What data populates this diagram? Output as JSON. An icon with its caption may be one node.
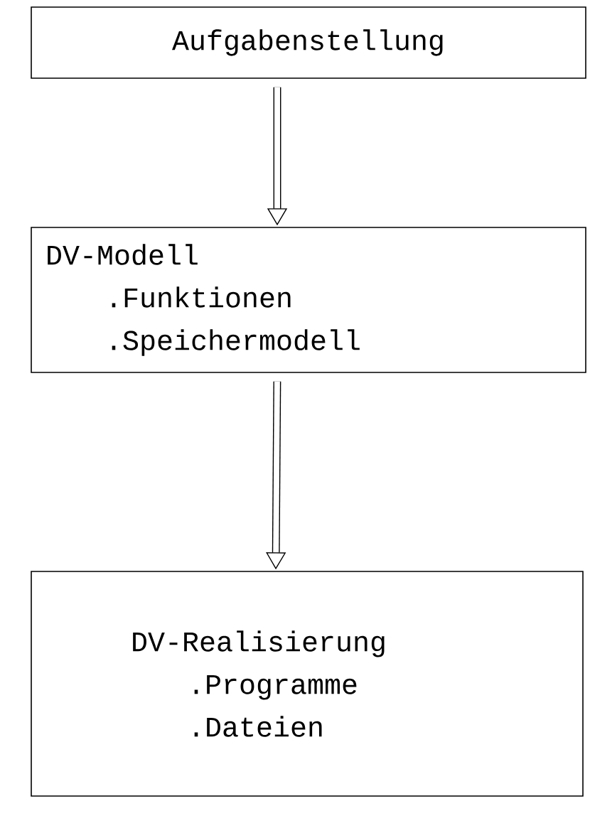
{
  "diagram": {
    "nodes": [
      {
        "text": [
          "Aufgabenstellung"
        ]
      },
      {
        "text": [
          "DV-Modell",
          ".Funktionen",
          ".Speichermodell"
        ]
      },
      {
        "text": [
          "DV-Realisierung",
          ".Programme",
          ".Dateien"
        ]
      }
    ],
    "edges": [
      {
        "from": 0,
        "to": 1,
        "arrow": "to"
      },
      {
        "from": 1,
        "to": 2,
        "arrow": "to"
      }
    ]
  }
}
